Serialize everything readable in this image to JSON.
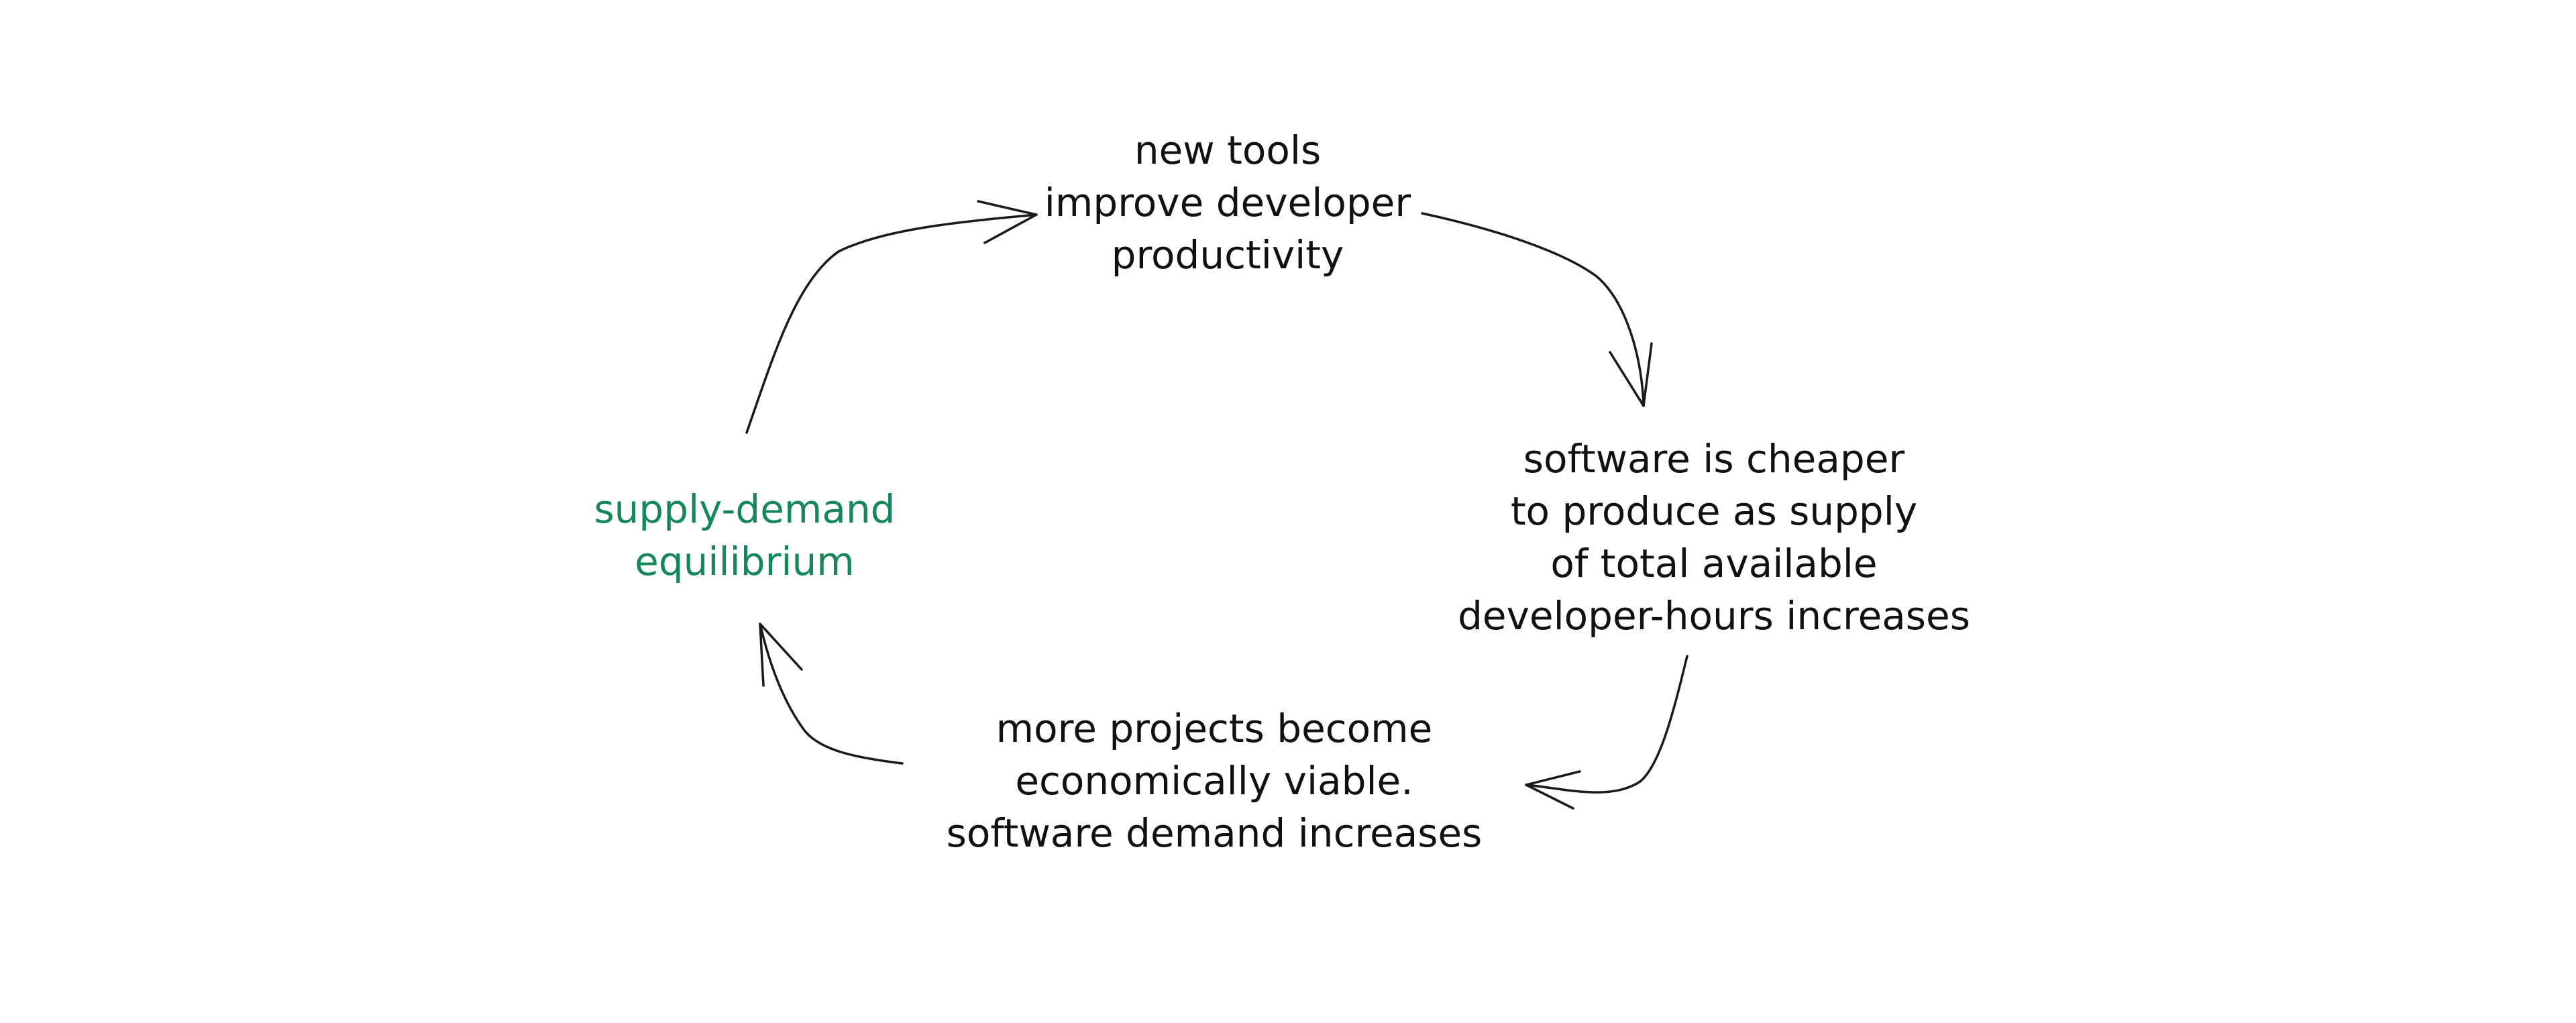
{
  "diagram": {
    "colors": {
      "text": "#111111",
      "accent": "#16875a",
      "arrow": "#1a1a1a"
    },
    "nodes": {
      "top": {
        "lines": [
          "new tools",
          "improve developer",
          "productivity"
        ]
      },
      "right": {
        "lines": [
          "software is cheaper",
          "to produce as supply",
          "of total available",
          "developer-hours increases"
        ]
      },
      "bottom": {
        "lines": [
          "more projects become",
          "economically viable.",
          "software demand increases"
        ]
      },
      "left": {
        "lines": [
          "supply-demand",
          "equilibrium"
        ]
      }
    }
  }
}
